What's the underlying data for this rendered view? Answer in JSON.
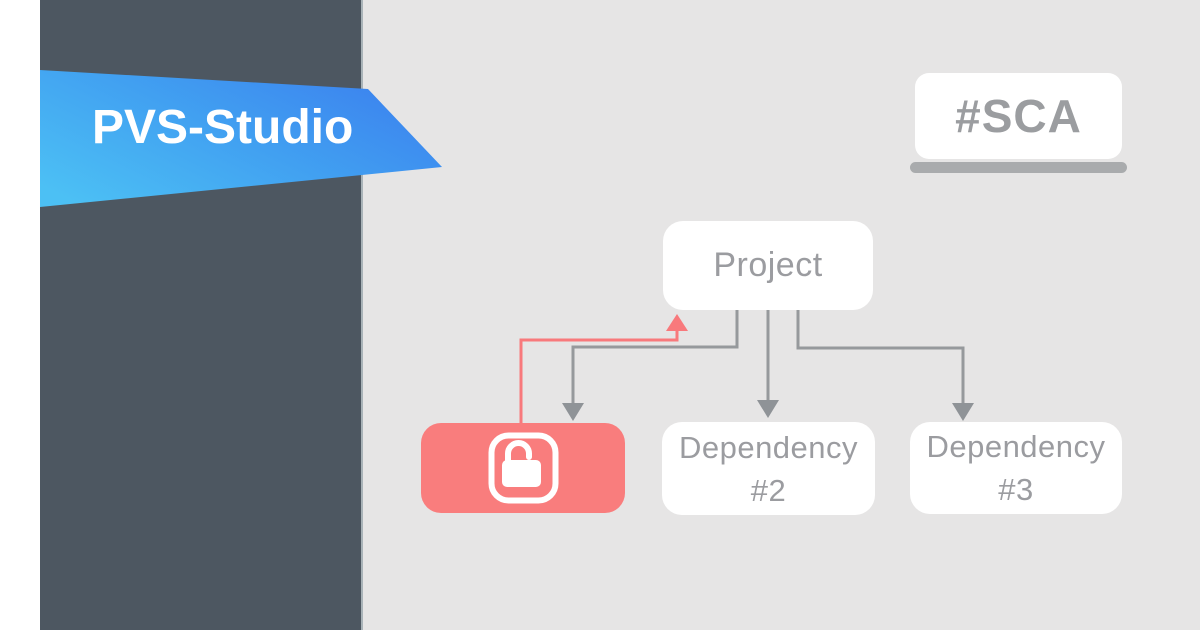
{
  "brand": {
    "name": "PVS-Studio"
  },
  "badge": {
    "label": "#SCA"
  },
  "diagram": {
    "root": {
      "id": "project",
      "label": "Project"
    },
    "dependencies": [
      {
        "id": "dependency-1",
        "icon": "unlocked-padlock-icon",
        "compromised": true
      },
      {
        "id": "dependency-2",
        "label_line1": "Dependency",
        "label_line2": "#2"
      },
      {
        "id": "dependency-3",
        "label_line1": "Dependency",
        "label_line2": "#3"
      }
    ],
    "edges": [
      {
        "from": "project",
        "to": "dependency-1",
        "direction": "down",
        "color": "#96999c"
      },
      {
        "from": "project",
        "to": "dependency-2",
        "direction": "down",
        "color": "#96999c"
      },
      {
        "from": "project",
        "to": "dependency-3",
        "direction": "down",
        "color": "#96999c"
      },
      {
        "from": "dependency-1",
        "to": "project",
        "direction": "up",
        "color": "#f8797c"
      }
    ]
  },
  "colors": {
    "sidebar": "#4d5761",
    "background": "#e6e5e5",
    "left_margin": "#ffffff",
    "banner_gradient_start": "#4cc0f4",
    "banner_gradient_mid": "#41a0f1",
    "banner_gradient_end": "#3b7fee",
    "brand_text": "#ffffff",
    "node_fill": "#ffffff",
    "node_text": "#9b9ca0",
    "compromised_node_fill": "#f97d7d",
    "arrow_gray": "#96999c",
    "arrow_red": "#f8797c",
    "badge_text": "#9b9da0",
    "badge_underline": "#a9abad"
  }
}
